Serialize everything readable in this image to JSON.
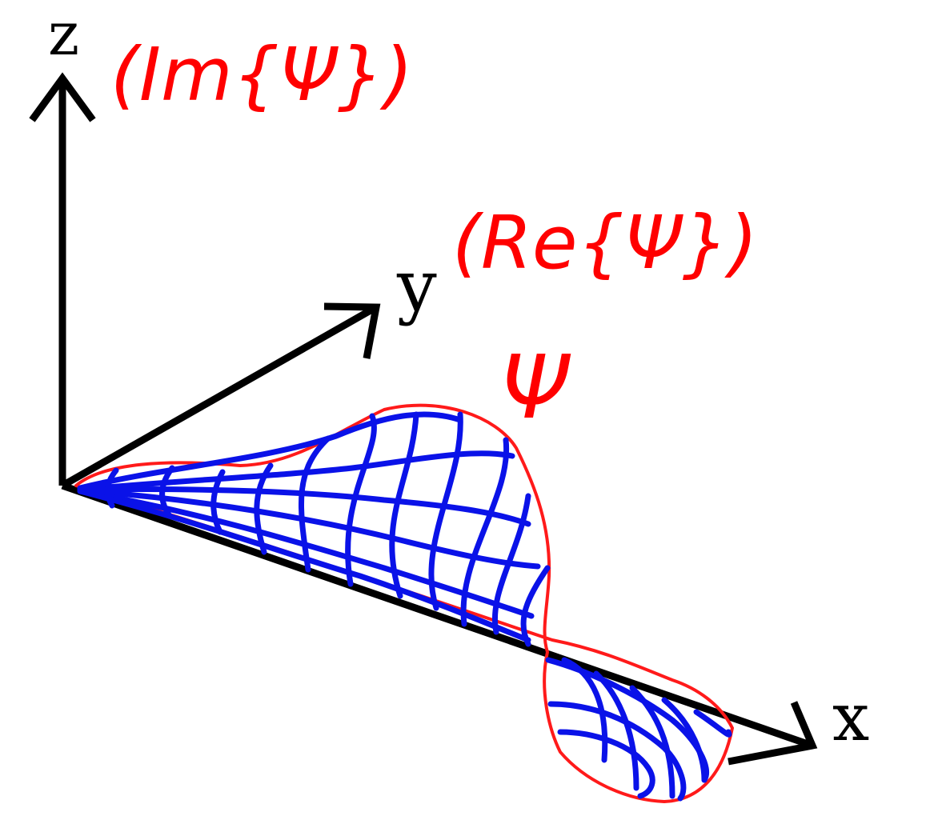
{
  "axes": {
    "z_label": "z",
    "y_label": "y",
    "x_label": "x"
  },
  "annotations": {
    "z_axis_note": "(Im{Ψ})",
    "y_axis_note": "(Re{Ψ})",
    "wave_label": "Ψ"
  },
  "colors": {
    "axes": "#000000",
    "annotations": "#ff0000",
    "mesh": "#0a12e8",
    "outline": "#ff1a1a"
  }
}
